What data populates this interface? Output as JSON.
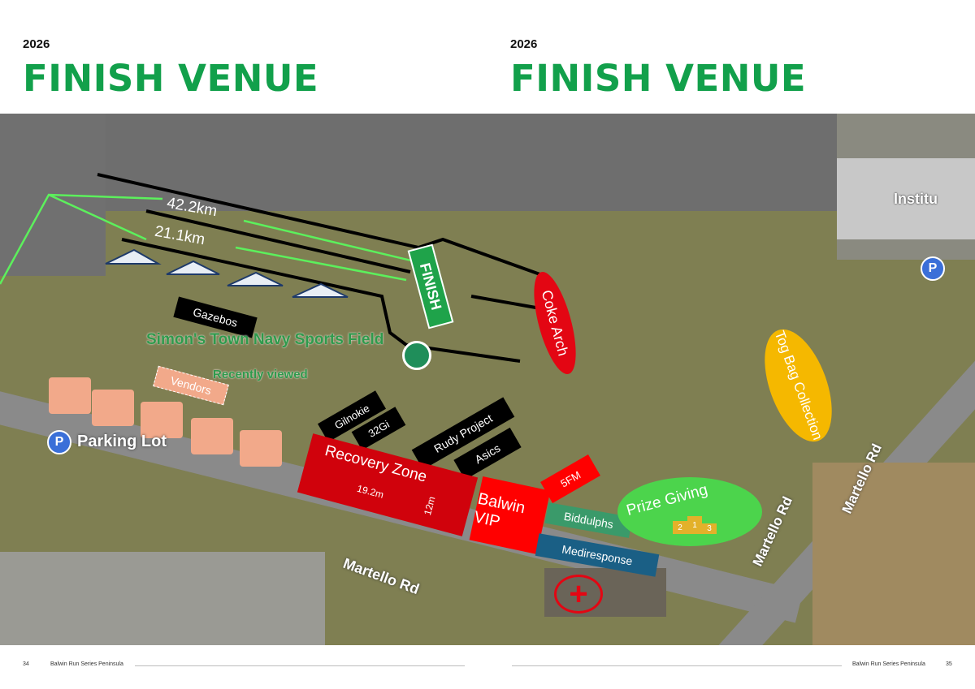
{
  "pages": [
    {
      "year": "2026",
      "title": "FINISH VENUE",
      "page_number": "34",
      "footer": "Balwin Run Series Peninsula"
    },
    {
      "year": "2026",
      "title": "FINISH VENUE",
      "page_number": "35",
      "footer": "Balwin Run Series Peninsula"
    }
  ],
  "map": {
    "distances": [
      "42.2km",
      "21.1km"
    ],
    "finish": "FINISH",
    "coke_arch": "Coke Arch",
    "tog_bag": "Tog Bag Collection",
    "gazebos": "Gazebos",
    "vendors": "Vendors",
    "place_name": "Simon's Town Navy Sports Field",
    "recently_viewed": "Recently viewed",
    "parking": "Parking Lot",
    "parking_symbol": "P",
    "sponsors": [
      "Gilnokie",
      "32Gi",
      "Rudy Project",
      "Asics"
    ],
    "recovery_zone": "Recovery Zone",
    "width_label": "19.2m",
    "depth_label": "12m",
    "vip": "Balwin VIP",
    "fm": "5FM",
    "biddulphs": "Biddulphs",
    "mediresponse": "Mediresponse",
    "prize_giving": "Prize Giving",
    "podium": [
      "2",
      "1",
      "3"
    ],
    "roads": [
      "Martello Rd",
      "Martello Rd",
      "Martello Rd"
    ],
    "institute": "Institu",
    "colors": {
      "green": "#12a04b",
      "red": "#e30613",
      "orange": "#f2a98a",
      "yellow": "#f5b800"
    }
  }
}
